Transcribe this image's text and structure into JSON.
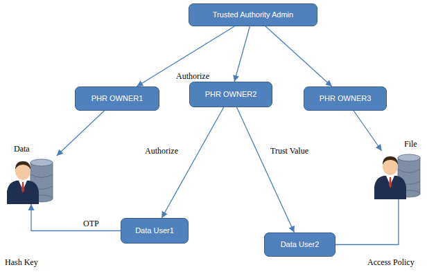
{
  "diagram": {
    "nodes": [
      {
        "text": [
          "Trusted Authority Admin"
        ]
      },
      {
        "text": [
          "PHR OWNER1"
        ]
      },
      {
        "text": [
          "PHR OWNER2"
        ]
      },
      {
        "text": [
          "PHR OWNER3"
        ]
      },
      {
        "text": [
          "Data User1"
        ]
      },
      {
        "text": [
          "Data User2"
        ]
      },
      {
        "text": [
          "Data"
        ]
      },
      {
        "text": [
          "File"
        ]
      }
    ],
    "edges": [
      {
        "from": 0,
        "to": 1,
        "arrow": "to"
      },
      {
        "from": 0,
        "to": 2,
        "label": "Authorize",
        "arrow": "to"
      },
      {
        "from": 0,
        "to": 3,
        "arrow": "to"
      },
      {
        "from": 1,
        "to": 6,
        "arrow": "to"
      },
      {
        "from": 2,
        "to": 4,
        "label": "Authorize",
        "arrow": "to"
      },
      {
        "from": 2,
        "to": 5,
        "label": "Trust Value",
        "arrow": "to"
      },
      {
        "from": 3,
        "to": 7,
        "arrow": "to"
      },
      {
        "from": 4,
        "to": 6,
        "label": "OTP",
        "arrow": "to"
      },
      {
        "from": 5,
        "to": 7,
        "arrow": "none"
      }
    ],
    "labels": [
      "Hash Key",
      "Access Policy"
    ]
  }
}
